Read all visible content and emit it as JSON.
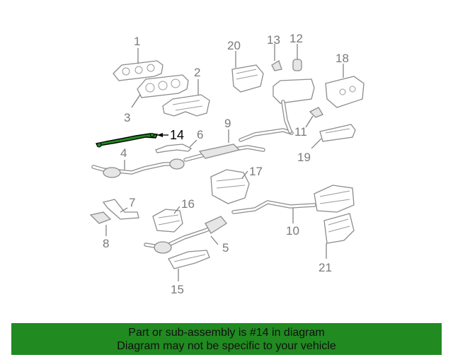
{
  "callouts": {
    "c1": "1",
    "c2": "2",
    "c3": "3",
    "c4": "4",
    "c5": "5",
    "c6": "6",
    "c7": "7",
    "c8": "8",
    "c9": "9",
    "c10": "10",
    "c11": "11",
    "c12": "12",
    "c13": "13",
    "c14": "14",
    "c15": "15",
    "c16": "16",
    "c17": "17",
    "c18": "18",
    "c19": "19",
    "c20": "20",
    "c21": "21"
  },
  "highlight": {
    "color": "#218a21",
    "part": "14"
  },
  "banner": {
    "line1": "Part or sub-assembly is #14 in diagram",
    "line2": "Diagram may not be specific to your vehicle",
    "background": "#218a21"
  }
}
